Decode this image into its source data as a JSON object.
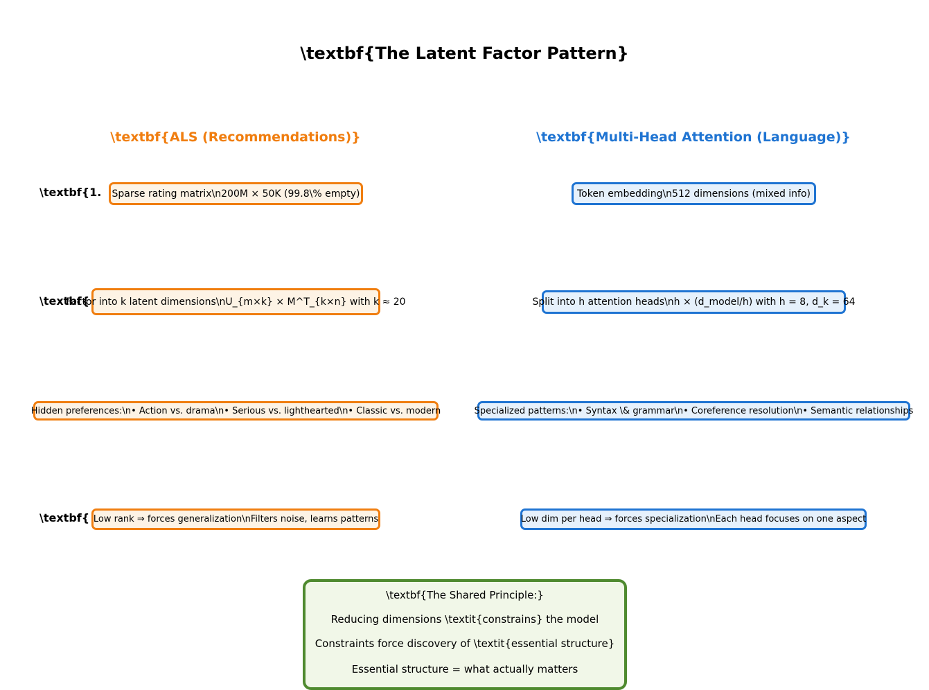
{
  "title": "\\textbf{The Latent Factor Pattern}",
  "columns": {
    "left": {
      "heading": "\\textbf{ALS (Recommendations)}",
      "color": "#f07e10",
      "fill": "#fdf3e5"
    },
    "right": {
      "heading": "\\textbf{Multi-Head Attention (Language)}",
      "color": "#1f74d2",
      "fill": "#e6f1fc"
    }
  },
  "row_labels": [
    "\\textbf{1.",
    "\\textbf{",
    "\\textbf{"
  ],
  "left_boxes": [
    "Sparse rating matrix\\n200M × 50K (99.8\\% empty)",
    "Factor into k latent dimensions\\nU_{m×k} × M^T_{k×n} with k ≈ 20",
    "Hidden preferences:\\n• Action vs. drama\\n• Serious vs. lighthearted\\n• Classic vs. modern",
    "Low rank ⇒ forces generalization\\nFilters noise, learns patterns"
  ],
  "right_boxes": [
    "Token embedding\\n512 dimensions (mixed info)",
    "Split into h attention heads\\nh × (d_model/h) with h = 8, d_k = 64",
    "Specialized patterns:\\n• Syntax \\& grammar\\n• Coreference resolution\\n• Semantic relationships",
    "Low dim per head ⇒ forces specialization\\nEach head focuses on one aspect"
  ],
  "principle": {
    "color": "#4f8a2f",
    "fill": "#f1f7e8",
    "lines": [
      "\\textbf{The Shared Principle:}",
      "Reducing dimensions \\textit{constrains} the model",
      "Constraints force discovery of \\textit{essential structure}",
      "Essential structure = what actually matters"
    ]
  }
}
